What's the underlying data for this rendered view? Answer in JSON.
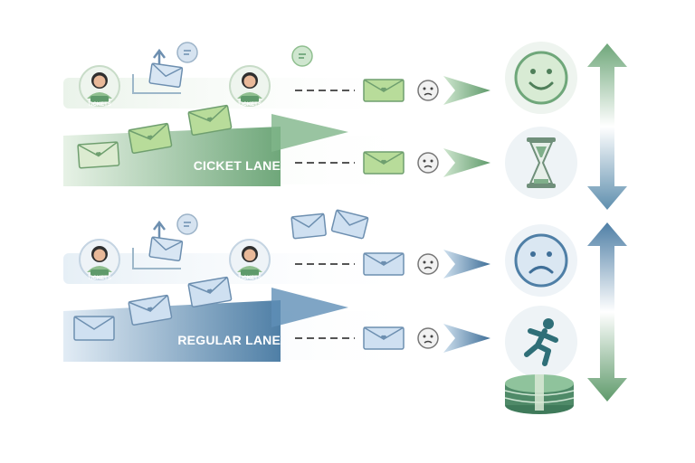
{
  "colors": {
    "green_accent": "#6fa77a",
    "green_light": "#cfe6cf",
    "blue_accent": "#4f7fa6",
    "blue_light": "#cfe0ee",
    "envelope_green": "#b8dc9a",
    "envelope_blue": "#cfe0f1"
  },
  "lanes": [
    {
      "key": "cicket",
      "label": "CICKET LANE",
      "badge": "TICKETS",
      "badge_second": "TICKETS",
      "outcomes": [
        {
          "icon": "smiley-face-icon"
        },
        {
          "icon": "hourglass-icon"
        }
      ],
      "scale_icon": "double-arrow-icon"
    },
    {
      "key": "regular",
      "label": "REGULAR LANE",
      "badge": "TICKETS",
      "badge_second": "TICKETS",
      "outcomes": [
        {
          "icon": "sad-face-icon"
        },
        {
          "icon": "running-person-icon"
        },
        {
          "icon": "money-stack-icon"
        }
      ],
      "scale_icon": "double-arrow-icon"
    }
  ]
}
